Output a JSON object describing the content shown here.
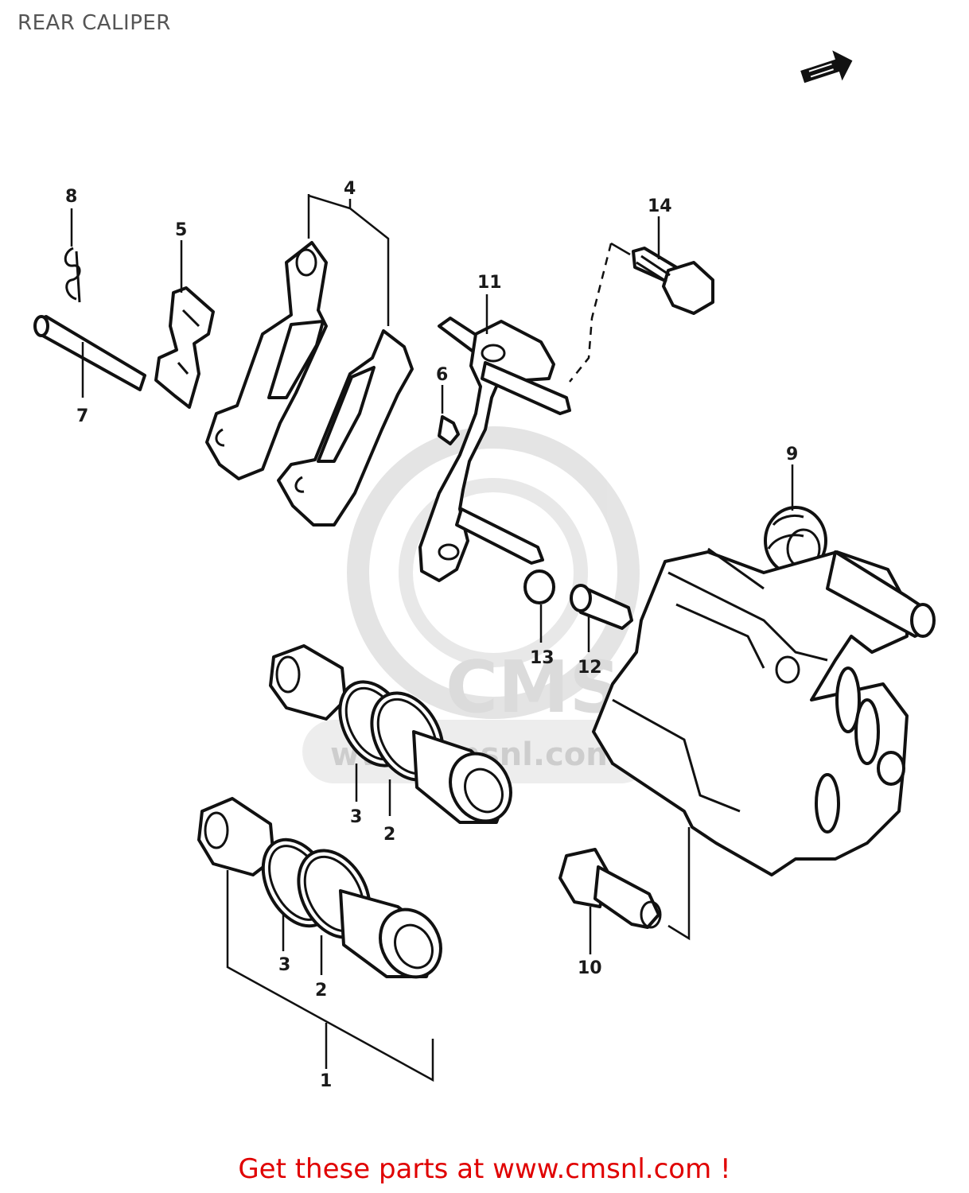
{
  "title": "REAR CALIPER",
  "callouts": {
    "c1": "1",
    "c2a": "2",
    "c2b": "2",
    "c3a": "3",
    "c3b": "3",
    "c4": "4",
    "c5": "5",
    "c6": "6",
    "c7": "7",
    "c8": "8",
    "c9": "9",
    "c10": "10",
    "c11": "11",
    "c12": "12",
    "c13": "13",
    "c14": "14"
  },
  "watermark": {
    "logo_text": "CMS",
    "url_text": "www.cmsnl.com"
  },
  "footer": {
    "text": "Get these parts at www.cmsnl.com !",
    "color": "#e00000"
  },
  "icons": {
    "direction": "front-arrow-icon"
  }
}
